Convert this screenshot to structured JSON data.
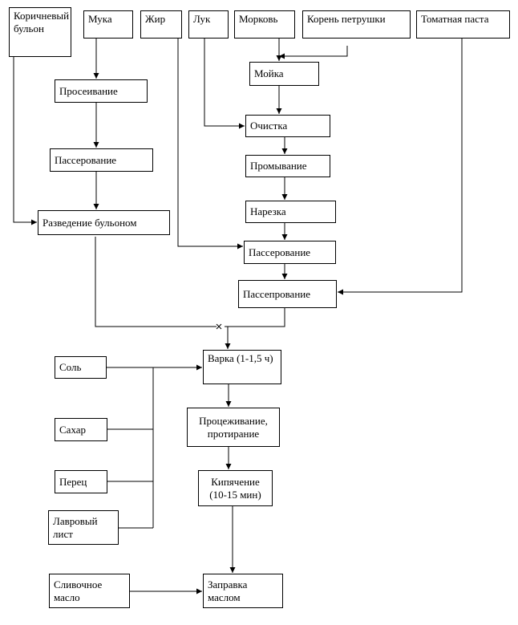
{
  "diagram": {
    "boxes": {
      "broth": "Коричневый бульон",
      "flour": "Мука",
      "fat": "Жир",
      "onion": "Лук",
      "carrot": "Морковь",
      "parsley_root": "Корень петрушки",
      "tomato_paste": "Томатная паста",
      "washing": "Мойка",
      "sifting": "Просеивание",
      "cleaning": "Очистка",
      "rinsing": "Промывание",
      "flour_sauteing": "Пассерование",
      "cutting": "Нарезка",
      "diluting": "Разведение бульоном",
      "veg_sauteing": "Пассерование",
      "tomato_sauteing": "Пассепрование",
      "boiling": "Варка (1-1,5 ч)",
      "salt": "Соль",
      "straining": "Процеживание, протирание",
      "sugar": "Сахар",
      "pepper": "Перец",
      "reboiling": "Кипячение (10-15 мин)",
      "bay_leaf": "Лавровый лист",
      "butter": "Сливочное масло",
      "dressing": "Заправка маслом"
    }
  }
}
